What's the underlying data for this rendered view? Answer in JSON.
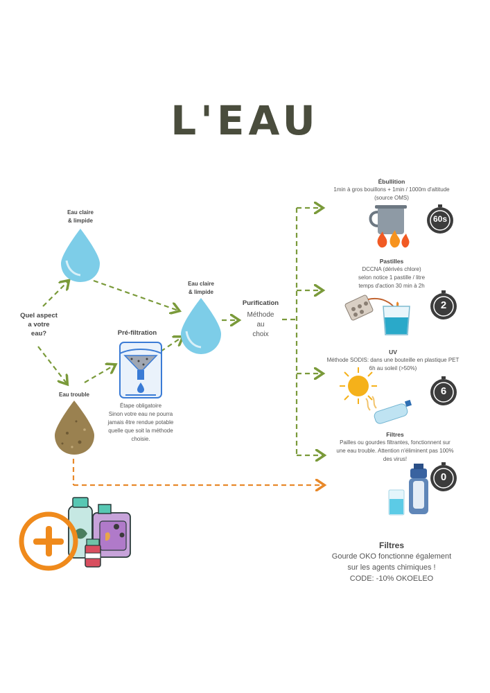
{
  "title": "L'EAU",
  "question": {
    "line1": "Quel aspect",
    "line2": "a votre",
    "line3": "eau?"
  },
  "clear_water": {
    "line1": "Eau claire",
    "line2": "& limpide"
  },
  "clear_water_2": {
    "line1": "Eau claire",
    "line2": "& limpide"
  },
  "turbid_water": "Eau trouble",
  "prefiltration": {
    "heading": "Pré-filtration",
    "lines": [
      "Étape obligatoire",
      "Sinon votre eau ne pourra",
      "jamais être rendue potable",
      "quelle que soit la méthode",
      "choisie."
    ]
  },
  "purification": {
    "heading": "Purification",
    "line1": "Méthode",
    "line2": "au",
    "line3": "choix"
  },
  "methods": {
    "ebullition": {
      "heading": "Ébullition",
      "lines": [
        "1min à gros bouillons + 1min / 1000m d'altitude",
        "(source OMS)"
      ],
      "timer": "60s"
    },
    "pastilles": {
      "heading": "Pastilles",
      "lines": [
        "DCCNA (dérivés chlore)",
        "selon notice 1 pastille / litre",
        "temps d'action 30 min à 2h"
      ],
      "timer": "2"
    },
    "uv": {
      "heading": "UV",
      "lines": [
        "Méthode SODIS: dans une bouteille en plastique PET",
        "6h au soleil (>50%)"
      ],
      "timer": "6"
    },
    "filtres": {
      "heading": "Filtres",
      "lines": [
        "Pailles ou gourdes filtrantes, fonctionnent sur",
        "une eau trouble. Attention n'éliminent pas 100%",
        "des virus!"
      ],
      "timer": "0"
    }
  },
  "bonus": {
    "heading": "Filtres",
    "line1": "Gourde OKO fonctionne également",
    "line2": "sur les agents chimiques !",
    "line3": "CODE: -10% OKOELEO",
    "icon": "plus-icon"
  },
  "colors": {
    "green_arrow": "#7a9a3a",
    "orange_arrow": "#e8892a",
    "water": "#7dcde8",
    "muddy": "#9a8150",
    "title": "#4a4d3d",
    "plus": "#ef8a1c"
  }
}
